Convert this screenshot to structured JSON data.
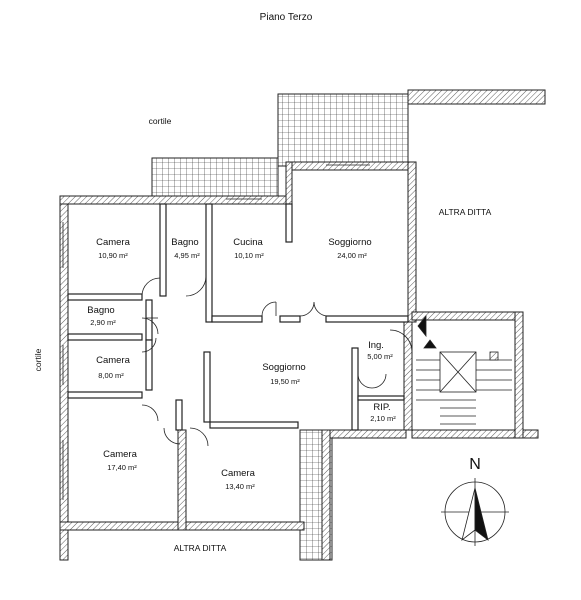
{
  "title": "Piano  Terzo",
  "north_label": "N",
  "external_labels": {
    "cortile_top": "cortile",
    "cortile_left": "cortile",
    "altra_ditta_right": "ALTRA DITTA",
    "altra_ditta_bottom": "ALTRA DITTA"
  },
  "rooms": [
    {
      "id": "camera-1",
      "name": "Camera",
      "area": "10,90 m²"
    },
    {
      "id": "bagno-1",
      "name": "Bagno",
      "area": "4,95 m²"
    },
    {
      "id": "cucina",
      "name": "Cucina",
      "area": "10,10 m²"
    },
    {
      "id": "soggiorno-1",
      "name": "Soggiorno",
      "area": "24,00 m²"
    },
    {
      "id": "bagno-2",
      "name": "Bagno",
      "area": "2,90 m²"
    },
    {
      "id": "camera-2",
      "name": "Camera",
      "area": "8,00 m²"
    },
    {
      "id": "soggiorno-2",
      "name": "Soggiorno",
      "area": "19,50 m²"
    },
    {
      "id": "ingresso",
      "name": "Ing.",
      "area": "5,00 m²"
    },
    {
      "id": "ripostiglio",
      "name": "RIP.",
      "area": "2,10 m²"
    },
    {
      "id": "camera-3",
      "name": "Camera",
      "area": "17,40 m²"
    },
    {
      "id": "camera-4",
      "name": "Camera",
      "area": "13,40 m²"
    }
  ],
  "colors": {
    "wall": "#222222",
    "hatch": "#222222",
    "background": "#ffffff"
  }
}
